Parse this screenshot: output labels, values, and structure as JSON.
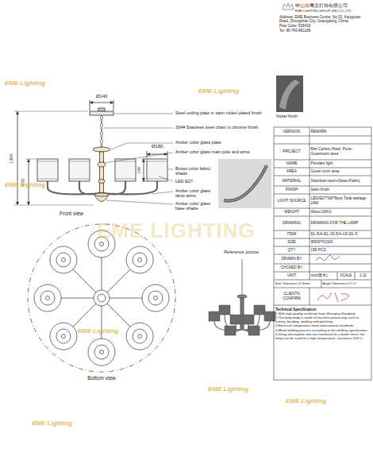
{
  "diagram": {
    "labels": [
      "中山市鹰皇灯饰有限公司",
      "EME LIGHTING GROUP (HK) CO.,LTD",
      "Address: EME Business Centre, No.33, Kangyuan Road, Zhongshan City, Guangdong, China",
      "Post Code: 528415",
      "Tel: 86-760-861189",
      "Nickel finish",
      "VERSION",
      "REMARK",
      "PROJECT",
      "Ritz Carlton Hotel, Pune - Guestroom area",
      "NAME",
      "Pendant light",
      "AREA",
      "Guest room area",
      "MATERIAL",
      "Stainless steel+Glass+Fabric",
      "FINISH",
      "Satin finish",
      "LIGHT SOURCE",
      "LED/E27*3W*8pcs Total wattage 24W",
      "WEIGHT",
      "About 20KG",
      "DRAWING",
      "DRAWING FOR THE LAMP",
      "ITEM",
      "DL-5/A-DL-JS-5/A-CK-DL-5",
      "SIZE",
      "Φ900*H1300",
      "QTY",
      "156 PCS",
      "DRAWN BY",
      "CHCKED BY",
      "UNIT",
      "mm(毫米)",
      "SCALE",
      "1:11",
      "Size Tolerance:±1-5mm",
      "Angle Tolerance:±1°-2°",
      "CLIENTS CONFIRM",
      "Technical Specification:",
      "1.With high-quality certificate from Shanghai Standard;",
      "2.The lamp body is made of machine processing such as cutting, bending, welding and polishing;",
      "3.Electrical components meet international standards;",
      "4.Metal welding process according to the welding specification;",
      "5.Using electroplate anti-rust treatment for a better finish, the lamp can be used for a high temperature, resistance 150°C.",
      "Ø140",
      "Steel ceiling plate in satin nickel plated finish",
      "304# Stainless steel chain in chrome finish",
      "Amber color glass plate",
      "Amber color glass main pole and arms",
      "Ø180",
      "140",
      "Brown color fabric shade",
      "LED E27",
      "Amber color glass lamp arms",
      "Amber color glass base shade",
      "1300",
      "470",
      "Front view",
      "Bottom view",
      "Reference picture",
      "EME Lighting",
      "EME Lighting",
      "EME Lighting",
      "EME Lighting",
      "EME Lighting",
      "EME Lighting",
      "EME Lighting",
      "EME LIGHTING"
    ]
  }
}
